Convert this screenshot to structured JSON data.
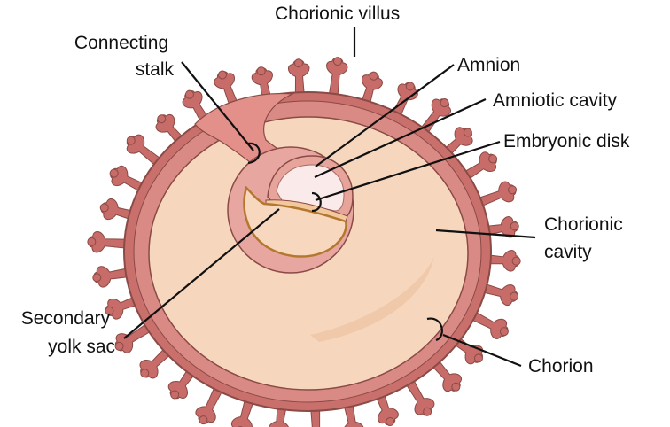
{
  "labels": {
    "chorionic_villus": "Chorionic villus",
    "connecting_stalk": [
      "Connecting",
      "stalk"
    ],
    "amnion": "Amnion",
    "amniotic_cavity": "Amniotic cavity",
    "embryonic_disk": "Embryonic disk",
    "chorionic_cavity": [
      "Chorionic",
      "cavity"
    ],
    "secondary_yolk_sac": [
      "Secondary",
      "yolk sac"
    ],
    "chorion": "Chorion"
  },
  "colors": {
    "chorion_outer": "#c9706c",
    "chorion_outline": "#8a4a45",
    "villus": "#c76c68",
    "chorionic_cavity": "#f6d7bd",
    "stalk": "#e3908a",
    "amnion": "#e6a49b",
    "amniotic_cavity": "#fbeaea",
    "yolk_sac": "#f7d7be",
    "embryonic_disk": "#f3c89d"
  }
}
